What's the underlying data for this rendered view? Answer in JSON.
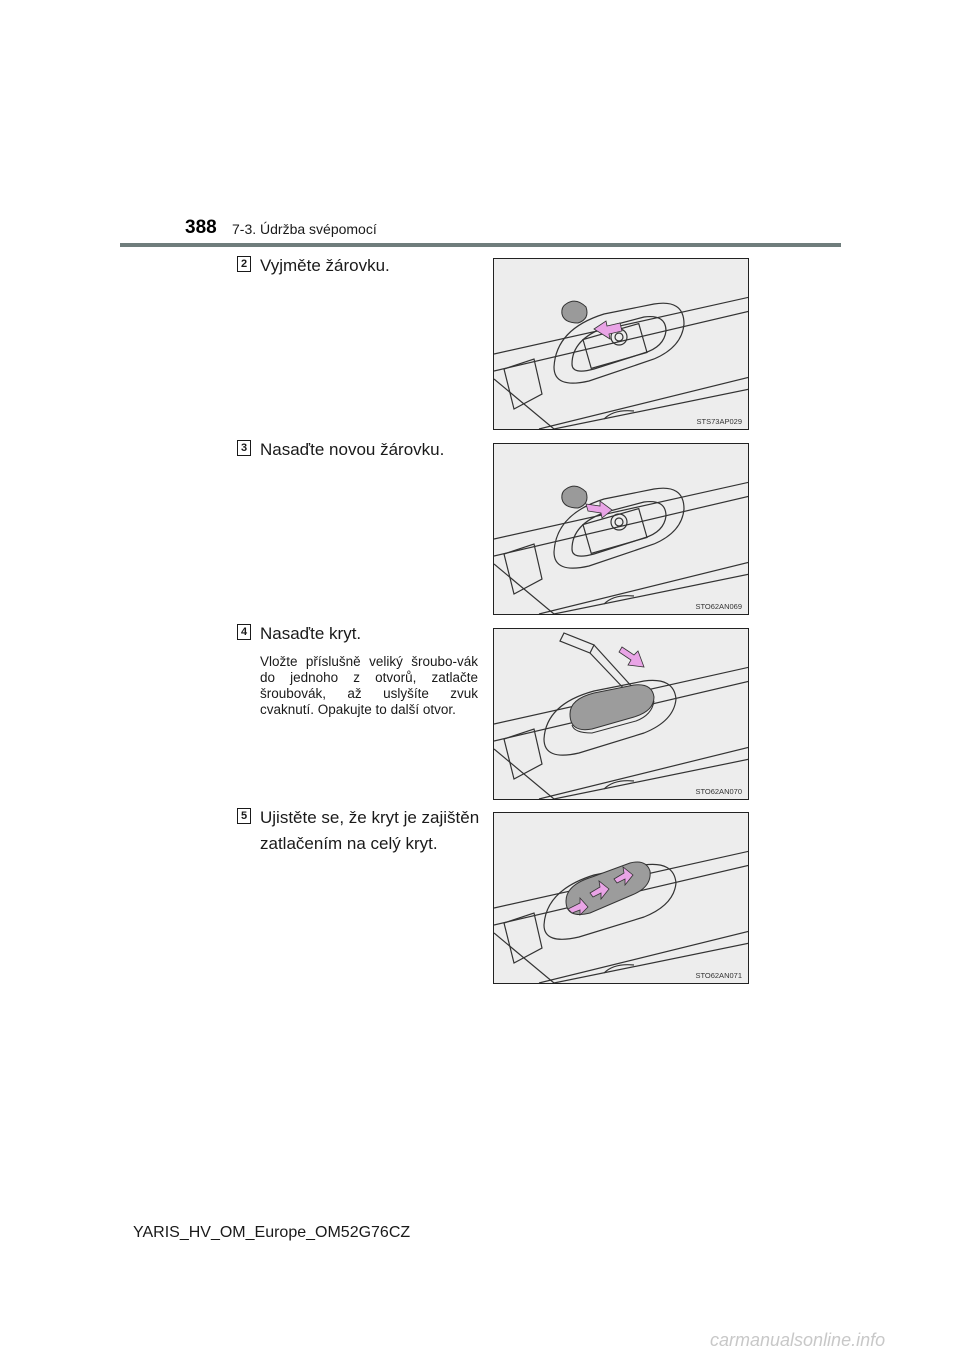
{
  "header": {
    "page_number": "388",
    "section_title": "7-3. Údržba svépomocí"
  },
  "steps": [
    {
      "number": "2",
      "text": "Vyjměte žárovku.",
      "figure_code": "STS73AP029"
    },
    {
      "number": "3",
      "text": "Nasaďte novou žárovku.",
      "figure_code": "STO62AN069"
    },
    {
      "number": "4",
      "text": "Nasaďte kryt.",
      "description": "Vložte příslušně veliký šroubo-vák do jednoho z otvorů, zatlačte šroubovák, až uslyšíte zvuk cvaknutí. Opakujte to další otvor.",
      "figure_code": "STO62AN070"
    },
    {
      "number": "5",
      "text": "Ujistěte se, že kryt je zajištěn zatlačením na celý kryt.",
      "figure_code": "STO62AN071"
    }
  ],
  "footer": {
    "document_code": "YARIS_HV_OM_Europe_OM52G76CZ"
  },
  "watermark": {
    "text": "carmanualsonline.info"
  },
  "colors": {
    "header_rule": "#6f7d7c",
    "figure_background": "#ededed",
    "arrow_fill": "#e9a4e6"
  }
}
